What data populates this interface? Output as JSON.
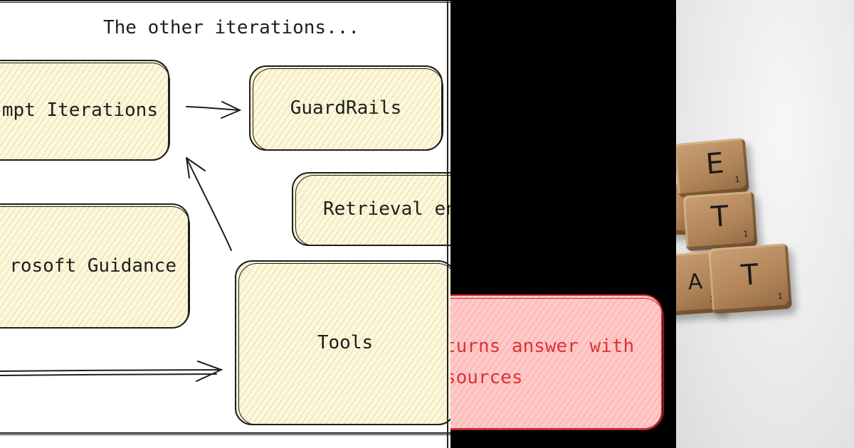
{
  "diagram": {
    "title": "The other iterations...",
    "nodes": {
      "prompt_iterations": "mpt Iterations",
      "guardrails": "GuardRails",
      "retrieval": "Retrieval en",
      "microsoft_guidance": "rosoft Guidance",
      "tools": "Tools"
    }
  },
  "middle_panel": {
    "returns_line1": "turns answer with",
    "returns_line2": "sources"
  },
  "photo": {
    "tiles": [
      {
        "letter": "E",
        "score": "1"
      },
      {
        "letter": "T",
        "score": "1"
      },
      {
        "letter": "T",
        "score": "1"
      },
      {
        "letter": "A",
        "score": "1"
      }
    ]
  },
  "colors": {
    "node_fill": "#fcf7dc",
    "stroke": "#1e1e1e",
    "red_text": "#e03131",
    "red_fill": "#ffc9c9"
  }
}
